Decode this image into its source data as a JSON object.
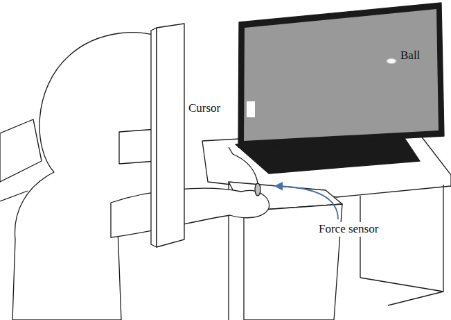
{
  "diagram": {
    "labels": [
      "Ball",
      "Cursor",
      "Force sensor"
    ]
  }
}
